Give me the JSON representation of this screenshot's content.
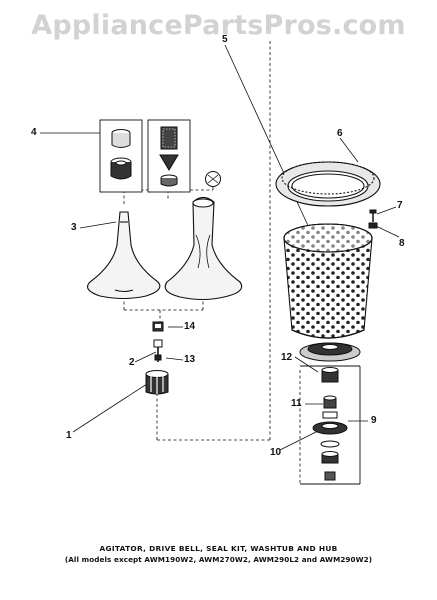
{
  "watermark": "AppliancePartsPros.com",
  "callouts": {
    "c1": "1",
    "c2": "2",
    "c3": "3",
    "c4": "4",
    "c5": "5",
    "c6": "6",
    "c7": "7",
    "c8": "8",
    "c9": "9",
    "c10": "10",
    "c11": "11",
    "c12": "12",
    "c13": "13",
    "c14": "14"
  },
  "caption": {
    "line1": "AGITATOR, DRIVE BELL, SEAL KIT, WASHTUB AND HUB",
    "line2": "(All models except AWM190W2, AWM270W2, AWM290L2 and AWM290W2)"
  }
}
